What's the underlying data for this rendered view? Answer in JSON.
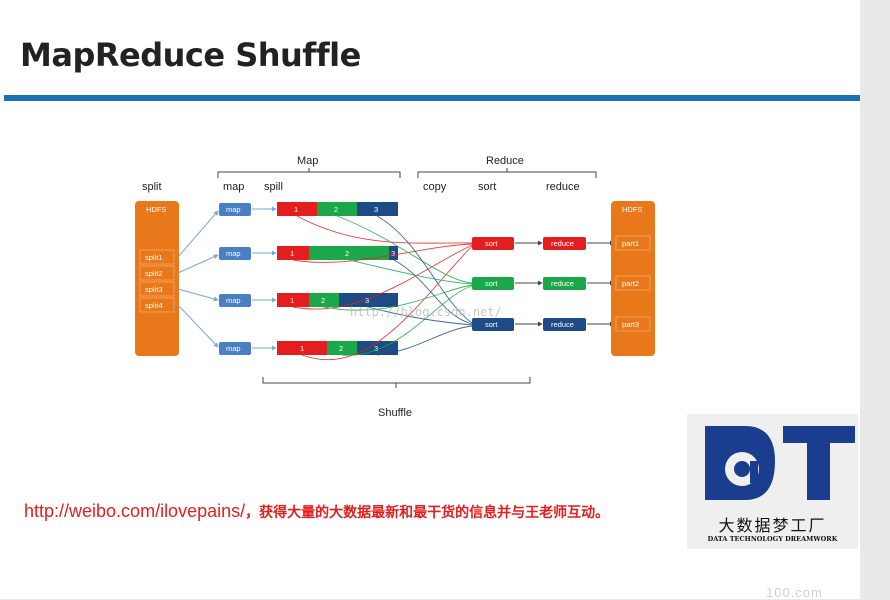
{
  "title": "MapReduce Shuffle",
  "labels": {
    "split": "split",
    "map_header": "Map",
    "map": "map",
    "spill": "spill",
    "reduce_header": "Reduce",
    "copy": "copy",
    "sort": "sort",
    "reduce": "reduce",
    "shuffle": "Shuffle"
  },
  "hdfs_left": {
    "label": "HDFS",
    "splits": [
      "split1",
      "split2",
      "split3",
      "split4"
    ]
  },
  "map_tasks": [
    {
      "label": "map",
      "partitions": [
        "1",
        "2",
        "3"
      ]
    },
    {
      "label": "map",
      "partitions": [
        "1",
        "2",
        "3"
      ]
    },
    {
      "label": "map",
      "partitions": [
        "1",
        "2",
        "3"
      ]
    },
    {
      "label": "map",
      "partitions": [
        "1",
        "2",
        "3"
      ]
    }
  ],
  "reduce_tasks": [
    {
      "sort": "sort",
      "reduce": "reduce",
      "part": "part1"
    },
    {
      "sort": "sort",
      "reduce": "reduce",
      "part": "part2"
    },
    {
      "sort": "sort",
      "reduce": "reduce",
      "part": "part3"
    }
  ],
  "hdfs_right": {
    "label": "HDFS"
  },
  "watermark": "http://blog.csdn.net/",
  "colors": {
    "hdfs": "#e8781a",
    "map_box": "#4a7fc4",
    "part1": "#e41e1e",
    "part2": "#1aa84b",
    "part3": "#1e4a86",
    "title_bar": "#1f6fb5",
    "footer": "#e02020"
  },
  "footer": {
    "url": "http://weibo.com/ilovepains/",
    "text": "，获得大量的大数据最新和最干货的信息并与王老师互动。"
  },
  "logo": {
    "letters": "DT",
    "cn": "大数据梦工厂",
    "en": "DATA TECHNOLOGY DREAMWORK"
  },
  "corner_mark": "100.com"
}
